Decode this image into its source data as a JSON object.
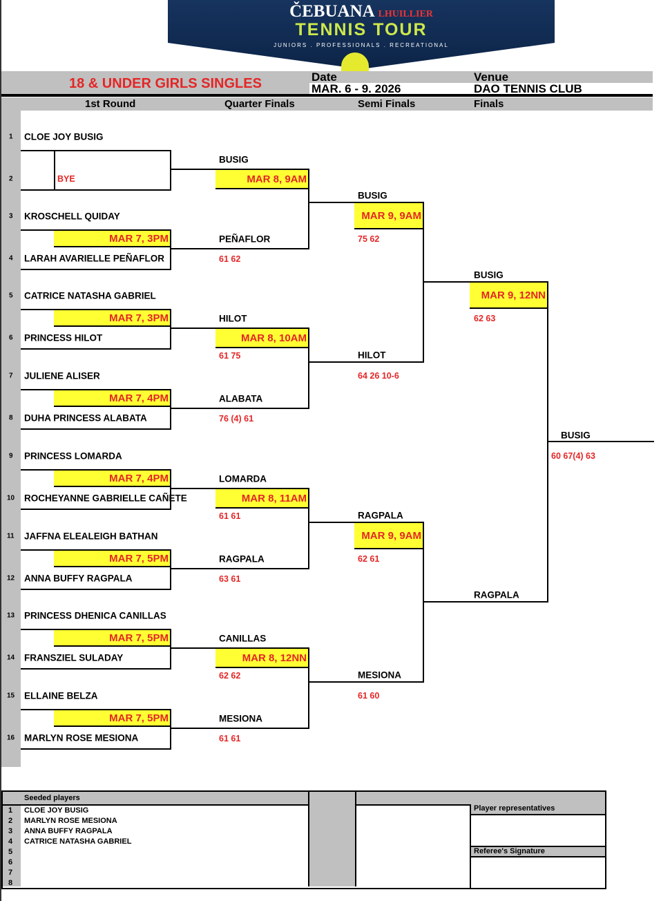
{
  "logo": {
    "brand": "ČEBUANA",
    "brand_suffix": "LHUILLIER",
    "title": "TENNIS TOUR",
    "tagline": "JUNIORS . PROFESSIONALS . RECREATIONAL"
  },
  "event": {
    "title": "18 & UNDER GIRLS SINGLES",
    "date_label": "Date",
    "date": "MAR. 6 - 9. 2026",
    "venue_label": "Venue",
    "venue": "DAO TENNIS CLUB"
  },
  "rounds": [
    "1st Round",
    "Quarter Finals",
    "Semi Finals",
    "Finals"
  ],
  "first_round": [
    {
      "no": "1",
      "name": "CLOE JOY BUSIG"
    },
    {
      "no": "2",
      "name": "BYE"
    },
    {
      "no": "3",
      "name": "KROSCHELL QUIDAY"
    },
    {
      "no": "4",
      "name": "LARAH AVARIELLE PEÑAFLOR"
    },
    {
      "no": "5",
      "name": "CATRICE NATASHA GABRIEL"
    },
    {
      "no": "6",
      "name": "PRINCESS HILOT"
    },
    {
      "no": "7",
      "name": "JULIENE ALISER"
    },
    {
      "no": "8",
      "name": "DUHA PRINCESS ALABATA"
    },
    {
      "no": "9",
      "name": "PRINCESS LOMARDA"
    },
    {
      "no": "10",
      "name": "ROCHEYANNE GABRIELLE CAÑETE"
    },
    {
      "no": "11",
      "name": "JAFFNA ELEALEIGH BATHAN"
    },
    {
      "no": "12",
      "name": "ANNA BUFFY RAGPALA"
    },
    {
      "no": "13",
      "name": "PRINCESS DHENICA CANILLAS"
    },
    {
      "no": "14",
      "name": "FRANSZIEL SULADAY"
    },
    {
      "no": "15",
      "name": "ELLAINE BELZA"
    },
    {
      "no": "16",
      "name": "MARLYN ROSE MESIONA"
    }
  ],
  "first_round_times": [
    null,
    "MAR 7, 3PM",
    "MAR 7, 3PM",
    "MAR 7, 4PM",
    "MAR 7, 4PM",
    "MAR 7, 5PM",
    "MAR 7, 5PM",
    "MAR 7, 5PM"
  ],
  "quarter_finals": [
    {
      "name": "BUSIG",
      "time": "MAR 8, 9AM",
      "score": null
    },
    {
      "name": "PEÑAFLOR",
      "time": null,
      "score": "61 62"
    },
    {
      "name": "HILOT",
      "time": "MAR 8, 10AM",
      "score": "61 75"
    },
    {
      "name": "ALABATA",
      "time": null,
      "score": "76 (4) 61"
    },
    {
      "name": "LOMARDA",
      "time": "MAR 8, 11AM",
      "score": "61 61"
    },
    {
      "name": "RAGPALA",
      "time": null,
      "score": "63 61"
    },
    {
      "name": "CANILLAS",
      "time": "MAR 8, 12NN",
      "score": "62 62"
    },
    {
      "name": "MESIONA",
      "time": null,
      "score": "61 61"
    }
  ],
  "semi_finals": [
    {
      "name": "BUSIG",
      "time": "MAR 9, 9AM",
      "score": "75 62"
    },
    {
      "name": "HILOT",
      "time": null,
      "score": "64 26 10-6"
    },
    {
      "name": "RAGPALA",
      "time": "MAR 9, 9AM",
      "score": "62 61"
    },
    {
      "name": "MESIONA",
      "time": null,
      "score": "61 60"
    }
  ],
  "finals": [
    {
      "name": "BUSIG",
      "time": "MAR 9, 12NN",
      "score": "62 63"
    },
    {
      "name": "RAGPALA",
      "time": null,
      "score": null
    }
  ],
  "champion": {
    "name": "BUSIG",
    "score": "60 67(4) 63"
  },
  "seeded": {
    "title": "Seeded players",
    "numbers": [
      "1",
      "2",
      "3",
      "4",
      "5",
      "6",
      "7",
      "8"
    ],
    "players": [
      "CLOE JOY BUSIG",
      "MARLYN ROSE MESIONA",
      "ANNA BUFFY RAGPALA",
      "CATRICE NATASHA GABRIEL"
    ]
  },
  "signatures": {
    "player_reps": "Player representatives",
    "referee": "Referee's Signature"
  },
  "colors": {
    "accent_red": "#e32626",
    "highlight_yellow": "#ffff33",
    "band_gray": "#c0c0c0"
  }
}
